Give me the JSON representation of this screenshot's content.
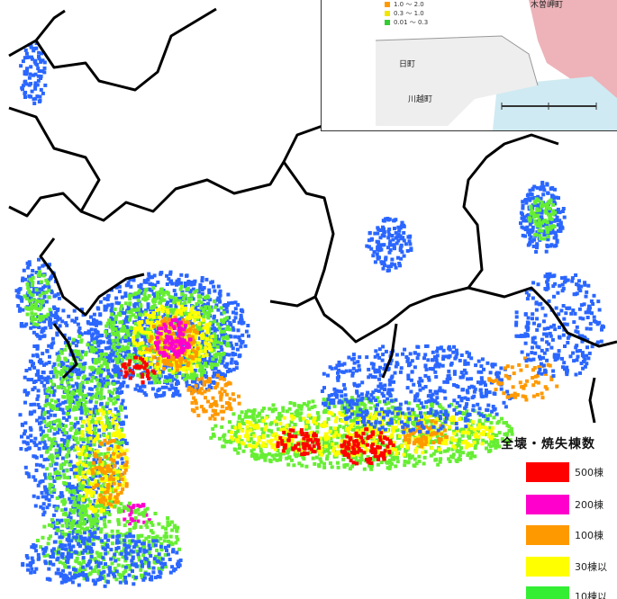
{
  "inset": {
    "place_labels": [
      "木曽岬町",
      "日町",
      "川越町"
    ],
    "legend": [
      {
        "range": "1.0 ～ 2.0",
        "color": "#ff9a00"
      },
      {
        "range": "0.3 ～ 1.0",
        "color": "#f2e600"
      },
      {
        "range": "0.01 ～ 0.3",
        "color": "#33cc33"
      }
    ]
  },
  "legend": {
    "title": "全壊・焼失棟数",
    "items": [
      {
        "label": "500棟",
        "color": "#ff0000"
      },
      {
        "label": "200棟",
        "color": "#ff00cc"
      },
      {
        "label": "100棟",
        "color": "#ff9900"
      },
      {
        "label": "30棟以",
        "color": "#ffff00"
      },
      {
        "label": "10棟以",
        "color": "#33ee33"
      }
    ]
  },
  "colors": {
    "low": "#2a66ff",
    "mid": "#66ee33",
    "midhigh": "#ffff00",
    "high": "#ff9900",
    "veryhigh": "#ff0000",
    "extreme": "#ff00cc",
    "boundary": "#000000"
  }
}
